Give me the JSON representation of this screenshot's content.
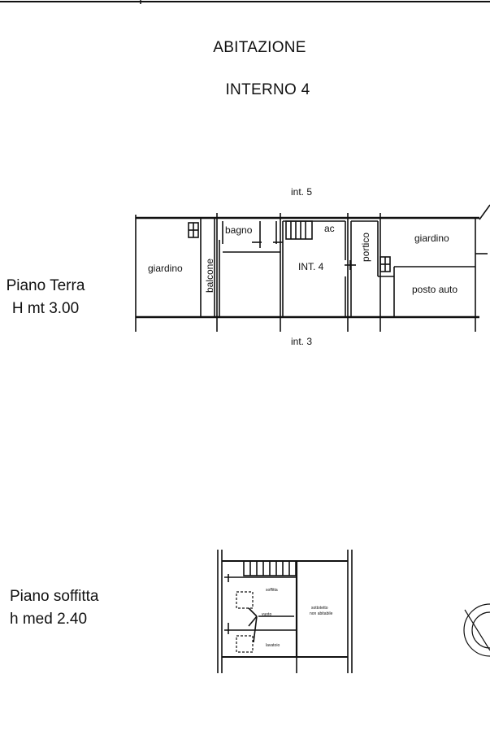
{
  "document": {
    "title_line1": "ABITAZIONE",
    "title_line2": "INTERNO 4"
  },
  "ground_floor": {
    "label_line1": "Piano Terra",
    "label_line2": "H mt 3.00",
    "neighbor_top": "int. 5",
    "neighbor_bottom": "int. 3",
    "rooms": {
      "giardino_left": "giardino",
      "balcone": "balcone",
      "bagno": "bagno",
      "ac": "ac",
      "int4": "INT. 4",
      "portico": "portico",
      "giardino_right": "giardino",
      "posto_auto": "posto auto"
    }
  },
  "attic_floor": {
    "label_line1": "Piano soffitta",
    "label_line2": "h med 2.40",
    "rooms": {
      "soffitta": "soffitta",
      "vuoto": "vuoto",
      "lavatoio": "lavatoio",
      "sottotetto_line1": "sottotetto",
      "sottotetto_line2": "non abitabile"
    }
  }
}
